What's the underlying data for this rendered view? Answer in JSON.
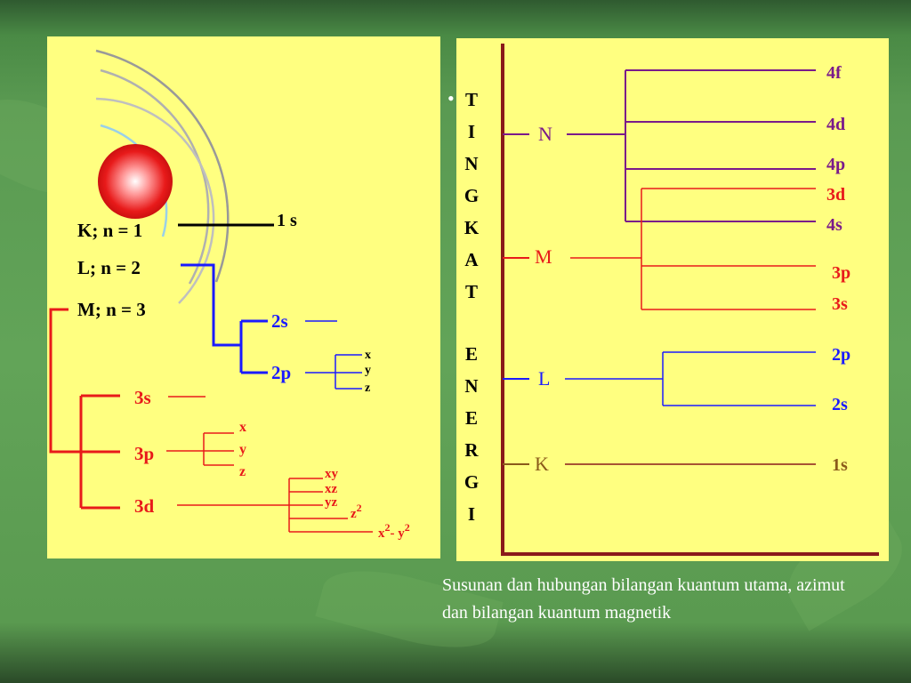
{
  "slide": {
    "caption": "Susunan dan hubungan bilangan kuantum utama, azimut dan bilangan kuantum magnetik",
    "bullet": "•"
  },
  "left_diagram": {
    "shells": [
      "K; n = 1",
      "L; n = 2",
      "M; n = 3"
    ],
    "k_orbital": "1 s",
    "l_orbitals": [
      "2s",
      "2p"
    ],
    "p_axes_l": [
      "x",
      "y",
      "z"
    ],
    "m_orbitals": [
      "3s",
      "3p",
      "3d"
    ],
    "p_axes_m": [
      "x",
      "y",
      "z"
    ],
    "d_orbitals": [
      "xy",
      "xz",
      "yz",
      "z",
      "x",
      "- y"
    ],
    "superscript": "2",
    "colors": {
      "k": "#000000",
      "l": "#1a1aff",
      "m": "#e81a1a",
      "atom": "#e81a1a"
    }
  },
  "right_diagram": {
    "axis_label": [
      "T",
      "I",
      "N",
      "G",
      "K",
      "A",
      "T",
      "",
      "E",
      "N",
      "E",
      "R",
      "G",
      "I"
    ],
    "shells": [
      {
        "label": "N",
        "color": "#7a1a8a",
        "subshells": [
          "4f",
          "4d",
          "4p",
          "4s"
        ]
      },
      {
        "label": "M",
        "color": "#e81a1a",
        "subshells": [
          "3d",
          "3p",
          "3s"
        ]
      },
      {
        "label": "L",
        "color": "#1a1aff",
        "subshells": [
          "2p",
          "2s"
        ]
      },
      {
        "label": "K",
        "color": "#8a5a1a",
        "subshells": [
          "1s"
        ]
      }
    ],
    "axis_color": "#8a1a1a"
  }
}
